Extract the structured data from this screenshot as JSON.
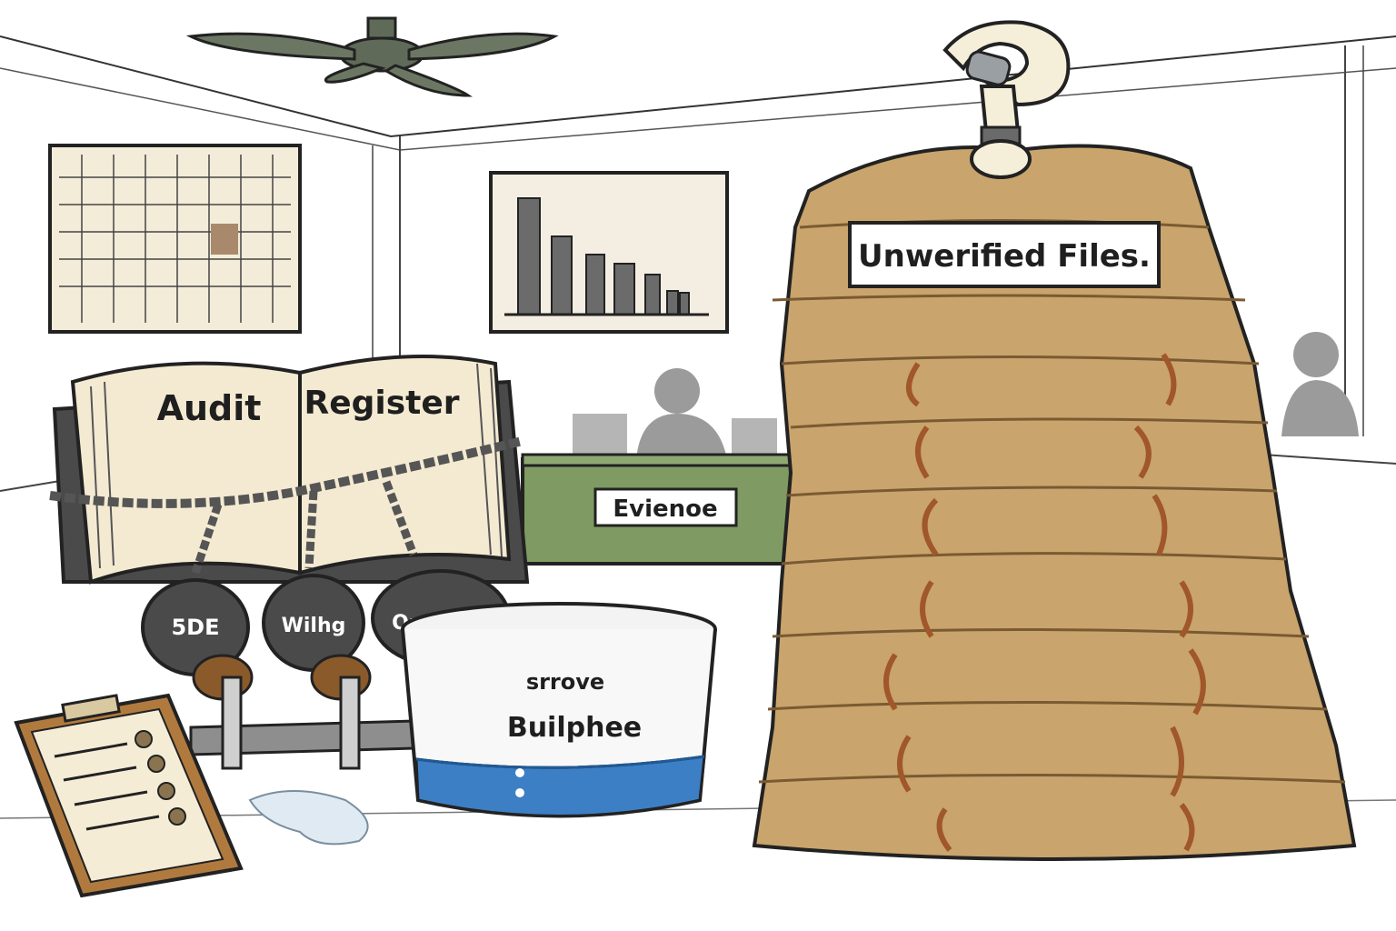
{
  "book": {
    "left_page": "Audit",
    "right_page": "Register"
  },
  "valves": [
    {
      "label": "5DE"
    },
    {
      "label": "Wilhg"
    },
    {
      "label": "Onerdbart"
    }
  ],
  "counter_sign": "Evienoe",
  "bucket": {
    "line1": "srrove",
    "line2": "Builphee"
  },
  "stack_sign": "Unwerified Files.",
  "colors": {
    "folder": "#c9a46c",
    "folder_dark": "#7a5a32",
    "strap": "#a0572a",
    "counter": "#7f9a62",
    "water": "#3d7fc4",
    "book_page": "#f4ead2",
    "valve": "#4a4a4a",
    "outline": "#222222"
  }
}
